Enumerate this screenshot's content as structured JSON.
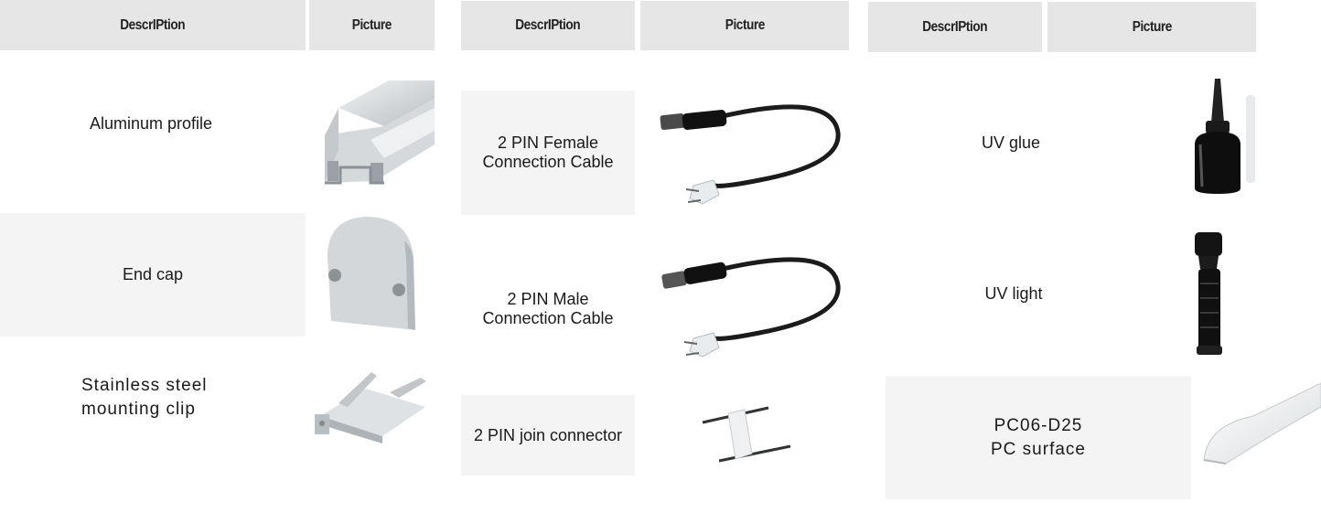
{
  "headers": {
    "description": "DescrIPtion",
    "picture": "Picture"
  },
  "column1": {
    "items": [
      {
        "label": "Aluminum profile",
        "picture_icon": "aluminum-profile-icon"
      },
      {
        "label": "End cap",
        "picture_icon": "end-cap-icon"
      },
      {
        "label_line1": "Stainless steel",
        "label_line2": "mounting clip",
        "picture_icon": "mounting-clip-icon"
      }
    ]
  },
  "column2": {
    "items": [
      {
        "label_line1": "2 PIN  Female",
        "label_line2": "Connection Cable",
        "picture_icon": "female-cable-icon"
      },
      {
        "label_line1": "2 PIN  Male",
        "label_line2": "Connection Cable",
        "picture_icon": "male-cable-icon"
      },
      {
        "label": "2 PIN join connector",
        "picture_icon": "join-connector-icon"
      }
    ]
  },
  "column3": {
    "items": [
      {
        "label": "UV glue",
        "picture_icon": "uv-glue-bottle-icon"
      },
      {
        "label": "UV light",
        "picture_icon": "uv-flashlight-icon"
      },
      {
        "label_line1": "PC06-D25",
        "label_line2": "PC surface",
        "picture_icon": "pc-diffuser-icon"
      }
    ]
  },
  "colors": {
    "header_bg": "#e6e6e6",
    "row_shade": "#f4f4f4",
    "text": "#1a1a1a"
  }
}
